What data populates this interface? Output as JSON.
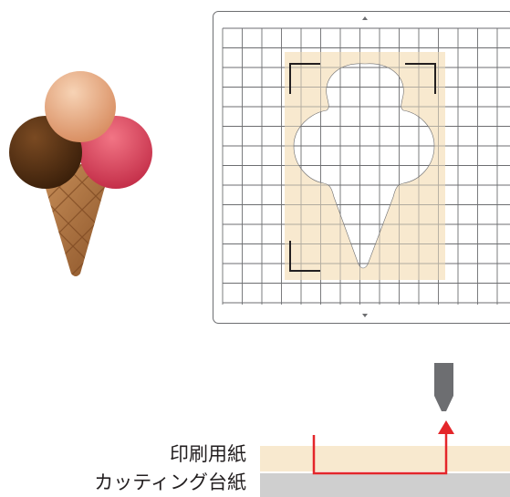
{
  "legend": {
    "paper_label": "印刷用紙",
    "mat_label": "カッティング台紙"
  },
  "colors": {
    "paper": "#f8e9cf",
    "mat_strip": "#cfcfcf",
    "grid_line": "#6d6e71",
    "crop_mark": "#231f20",
    "cut_path": "#e4262a",
    "blade": "#6d6e71",
    "cone": "#b67a45",
    "scoop_vanilla": "#f0b894",
    "scoop_chocolate": "#5c3615",
    "scoop_strawberry": "#e24a5e"
  },
  "icons": [
    "ice-cream-illustration",
    "scroll-up-arrow-icon",
    "scroll-down-arrow-icon",
    "cutter-blade-icon"
  ]
}
